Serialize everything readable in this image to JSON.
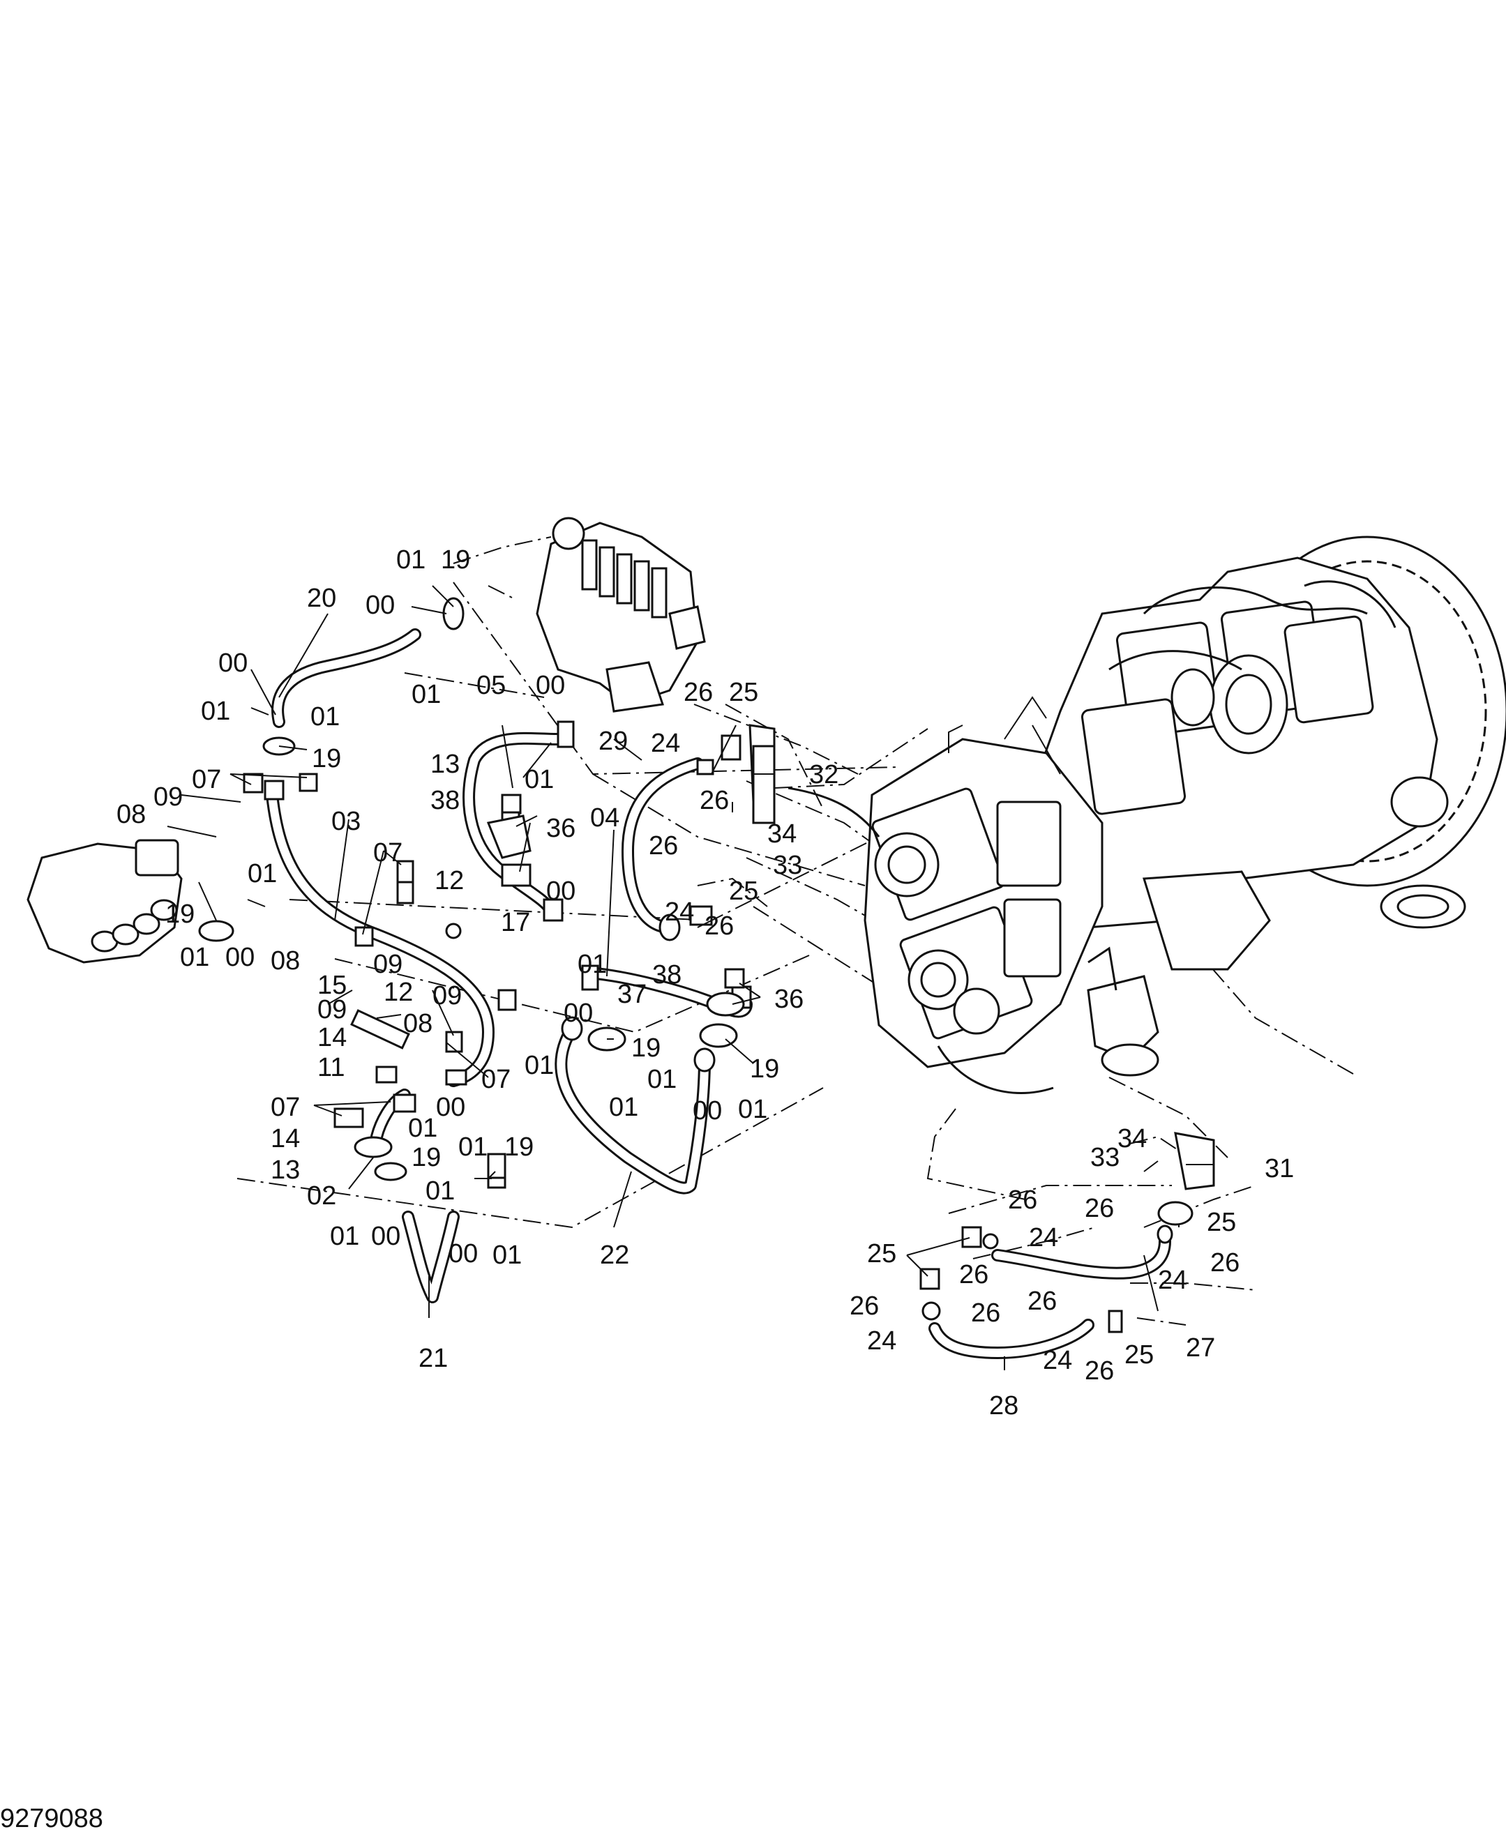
{
  "drawing_number": "9279088",
  "callouts": [
    {
      "id": "c-01-a",
      "text": "01"
    },
    {
      "id": "c-19-a",
      "text": "19"
    },
    {
      "id": "c-20",
      "text": "20"
    },
    {
      "id": "c-00-a",
      "text": "00"
    },
    {
      "id": "c-01-b",
      "text": "01"
    },
    {
      "id": "c-00-b",
      "text": "00"
    },
    {
      "id": "c-01-c",
      "text": "01"
    },
    {
      "id": "c-01-d",
      "text": "01"
    },
    {
      "id": "c-19-b",
      "text": "19"
    },
    {
      "id": "c-07-a",
      "text": "07"
    },
    {
      "id": "c-09-a",
      "text": "09"
    },
    {
      "id": "c-08-a",
      "text": "08"
    },
    {
      "id": "c-03",
      "text": "03"
    },
    {
      "id": "c-07-b",
      "text": "07"
    },
    {
      "id": "c-01-e",
      "text": "01"
    },
    {
      "id": "c-19-c",
      "text": "19"
    },
    {
      "id": "c-01-f",
      "text": "01"
    },
    {
      "id": "c-00-c",
      "text": "00"
    },
    {
      "id": "c-08-b",
      "text": "08"
    },
    {
      "id": "c-09-b",
      "text": "09"
    },
    {
      "id": "c-15",
      "text": "15"
    },
    {
      "id": "c-12-a",
      "text": "12"
    },
    {
      "id": "c-09-c",
      "text": "09"
    },
    {
      "id": "c-14-a",
      "text": "14"
    },
    {
      "id": "c-11",
      "text": "11"
    },
    {
      "id": "c-09-d",
      "text": "09"
    },
    {
      "id": "c-08-c",
      "text": "08"
    },
    {
      "id": "c-07-c",
      "text": "07"
    },
    {
      "id": "c-00-d",
      "text": "00"
    },
    {
      "id": "c-07-d",
      "text": "07"
    },
    {
      "id": "c-14-b",
      "text": "14"
    },
    {
      "id": "c-13-a",
      "text": "13"
    },
    {
      "id": "c-01-g",
      "text": "01"
    },
    {
      "id": "c-19-d",
      "text": "19"
    },
    {
      "id": "c-02",
      "text": "02"
    },
    {
      "id": "c-01-h",
      "text": "01"
    },
    {
      "id": "c-01-i",
      "text": "01"
    },
    {
      "id": "c-00-e",
      "text": "00"
    },
    {
      "id": "c-01-j",
      "text": "01"
    },
    {
      "id": "c-19-e",
      "text": "19"
    },
    {
      "id": "c-00-f",
      "text": "00"
    },
    {
      "id": "c-01-k",
      "text": "01"
    },
    {
      "id": "c-21",
      "text": "21"
    },
    {
      "id": "c-05",
      "text": "05"
    },
    {
      "id": "c-00-g",
      "text": "00"
    },
    {
      "id": "c-13-b",
      "text": "13"
    },
    {
      "id": "c-01-l",
      "text": "01"
    },
    {
      "id": "c-38-a",
      "text": "38"
    },
    {
      "id": "c-36-a",
      "text": "36"
    },
    {
      "id": "c-12-b",
      "text": "12"
    },
    {
      "id": "c-17",
      "text": "17"
    },
    {
      "id": "c-00-h",
      "text": "00"
    },
    {
      "id": "c-04",
      "text": "04"
    },
    {
      "id": "c-01-m",
      "text": "01"
    },
    {
      "id": "c-29",
      "text": "29"
    },
    {
      "id": "c-26-a",
      "text": "26"
    },
    {
      "id": "c-25-a",
      "text": "25"
    },
    {
      "id": "c-24-a",
      "text": "24"
    },
    {
      "id": "c-32",
      "text": "32"
    },
    {
      "id": "c-26-b",
      "text": "26"
    },
    {
      "id": "c-34-a",
      "text": "34"
    },
    {
      "id": "c-33-a",
      "text": "33"
    },
    {
      "id": "c-26-c",
      "text": "26"
    },
    {
      "id": "c-25-b",
      "text": "25"
    },
    {
      "id": "c-24-b",
      "text": "24"
    },
    {
      "id": "c-26-d",
      "text": "26"
    },
    {
      "id": "c-38-b",
      "text": "38"
    },
    {
      "id": "c-37",
      "text": "37"
    },
    {
      "id": "c-36-b",
      "text": "36"
    },
    {
      "id": "c-00-i",
      "text": "00"
    },
    {
      "id": "c-19-f",
      "text": "19"
    },
    {
      "id": "c-01-n",
      "text": "01"
    },
    {
      "id": "c-01-o",
      "text": "01"
    },
    {
      "id": "c-01-p",
      "text": "01"
    },
    {
      "id": "c-19-g",
      "text": "19"
    },
    {
      "id": "c-00-j",
      "text": "00"
    },
    {
      "id": "c-01-q",
      "text": "01"
    },
    {
      "id": "c-22",
      "text": "22"
    },
    {
      "id": "c-34-b",
      "text": "34"
    },
    {
      "id": "c-33-b",
      "text": "33"
    },
    {
      "id": "c-31",
      "text": "31"
    },
    {
      "id": "c-26-e",
      "text": "26"
    },
    {
      "id": "c-26-f",
      "text": "26"
    },
    {
      "id": "c-25-c",
      "text": "25"
    },
    {
      "id": "c-25-d",
      "text": "25"
    },
    {
      "id": "c-24-c",
      "text": "24"
    },
    {
      "id": "c-26-g",
      "text": "26"
    },
    {
      "id": "c-24-d",
      "text": "24"
    },
    {
      "id": "c-26-h",
      "text": "26"
    },
    {
      "id": "c-26-i",
      "text": "26"
    },
    {
      "id": "c-26-j",
      "text": "26"
    },
    {
      "id": "c-24-e",
      "text": "24"
    },
    {
      "id": "c-26-k",
      "text": "26"
    },
    {
      "id": "c-27",
      "text": "27"
    },
    {
      "id": "c-24-f",
      "text": "24"
    },
    {
      "id": "c-26-l",
      "text": "26"
    },
    {
      "id": "c-25-e",
      "text": "25"
    },
    {
      "id": "c-28",
      "text": "28"
    }
  ]
}
